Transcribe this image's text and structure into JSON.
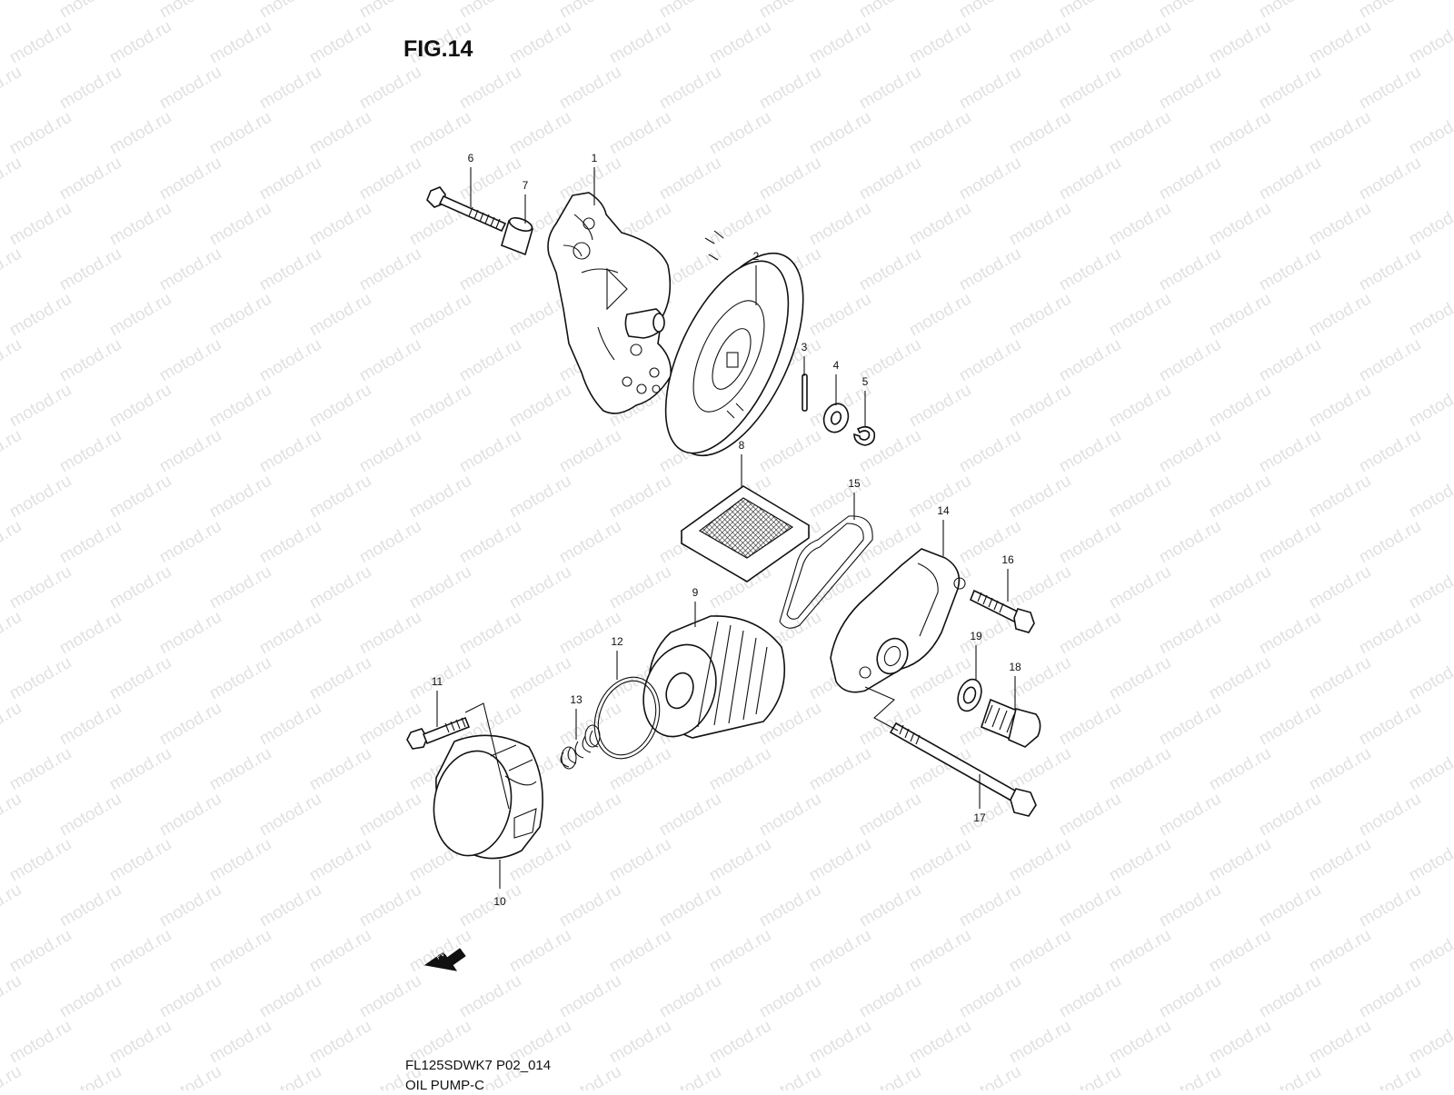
{
  "figure": {
    "title": "FIG.14",
    "code": "FL125SDWK7 P02_014",
    "name": "OIL PUMP-C",
    "watermark": "motod.ru",
    "fwd_label": "FWD"
  },
  "callouts": [
    {
      "id": "1",
      "label": "1",
      "part": "oil-pump-body"
    },
    {
      "id": "2",
      "label": "2",
      "part": "oil-pump-gear"
    },
    {
      "id": "3",
      "label": "3",
      "part": "pin"
    },
    {
      "id": "4",
      "label": "4",
      "part": "washer"
    },
    {
      "id": "5",
      "label": "5",
      "part": "circlip"
    },
    {
      "id": "6",
      "label": "6",
      "part": "pump-bolt"
    },
    {
      "id": "7",
      "label": "7",
      "part": "collar"
    },
    {
      "id": "8",
      "label": "8",
      "part": "oil-strainer"
    },
    {
      "id": "9",
      "label": "9",
      "part": "oil-filter"
    },
    {
      "id": "10",
      "label": "10",
      "part": "filter-cap"
    },
    {
      "id": "11",
      "label": "11",
      "part": "cap-bolt"
    },
    {
      "id": "12",
      "label": "12",
      "part": "o-ring"
    },
    {
      "id": "13",
      "label": "13",
      "part": "spring"
    },
    {
      "id": "14",
      "label": "14",
      "part": "strainer-cover"
    },
    {
      "id": "15",
      "label": "15",
      "part": "cover-gasket"
    },
    {
      "id": "16",
      "label": "16",
      "part": "cover-bolt"
    },
    {
      "id": "17",
      "label": "17",
      "part": "long-bolt"
    },
    {
      "id": "18",
      "label": "18",
      "part": "drain-plug"
    },
    {
      "id": "19",
      "label": "19",
      "part": "drain-gasket"
    }
  ]
}
